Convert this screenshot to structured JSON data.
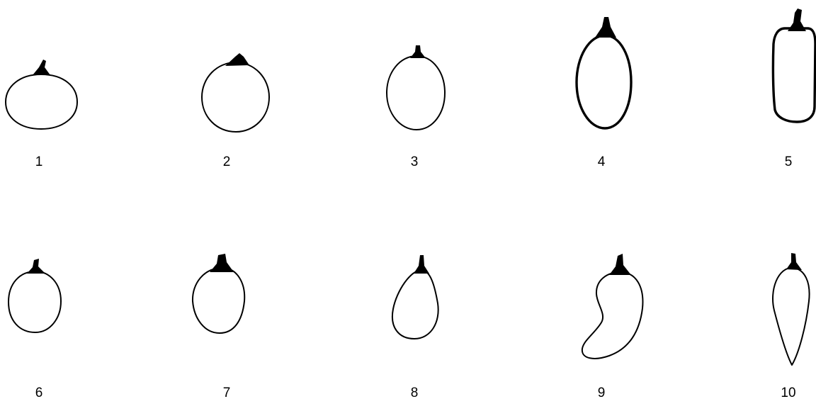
{
  "diagram": {
    "shapes": [
      {
        "label": "1"
      },
      {
        "label": "2"
      },
      {
        "label": "3"
      },
      {
        "label": "4"
      },
      {
        "label": "5"
      },
      {
        "label": "6"
      },
      {
        "label": "7"
      },
      {
        "label": "8"
      },
      {
        "label": "9"
      },
      {
        "label": "10"
      }
    ]
  }
}
